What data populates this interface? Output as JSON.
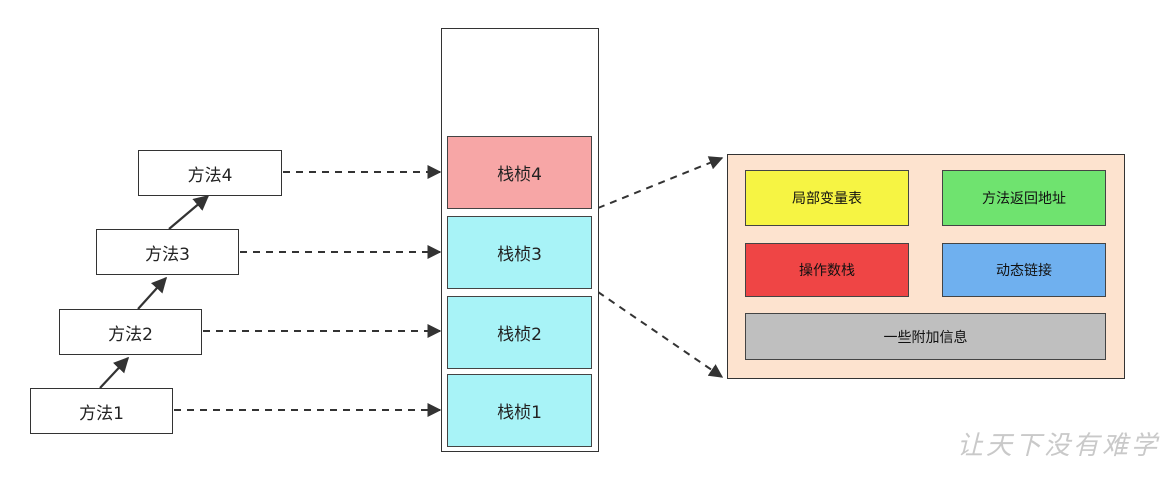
{
  "methods": [
    {
      "label": "方法4"
    },
    {
      "label": "方法3"
    },
    {
      "label": "方法2"
    },
    {
      "label": "方法1"
    }
  ],
  "frames": [
    {
      "label": "栈桢4",
      "color": "#f7a6a6"
    },
    {
      "label": "栈桢3",
      "color": "#a8f3f7"
    },
    {
      "label": "栈桢2",
      "color": "#a8f3f7"
    },
    {
      "label": "栈桢1",
      "color": "#a8f3f7"
    }
  ],
  "frame_details": {
    "panel_color": "#fde3cf",
    "items": [
      {
        "label": "局部变量表",
        "color": "#f6f443"
      },
      {
        "label": "方法返回地址",
        "color": "#6fe36f"
      },
      {
        "label": "操作数栈",
        "color": "#ef4545"
      },
      {
        "label": "动态链接",
        "color": "#6fb0ef"
      },
      {
        "label": "一些附加信息",
        "color": "#bfbfbf"
      }
    ]
  },
  "watermark": "让天下没有难学"
}
